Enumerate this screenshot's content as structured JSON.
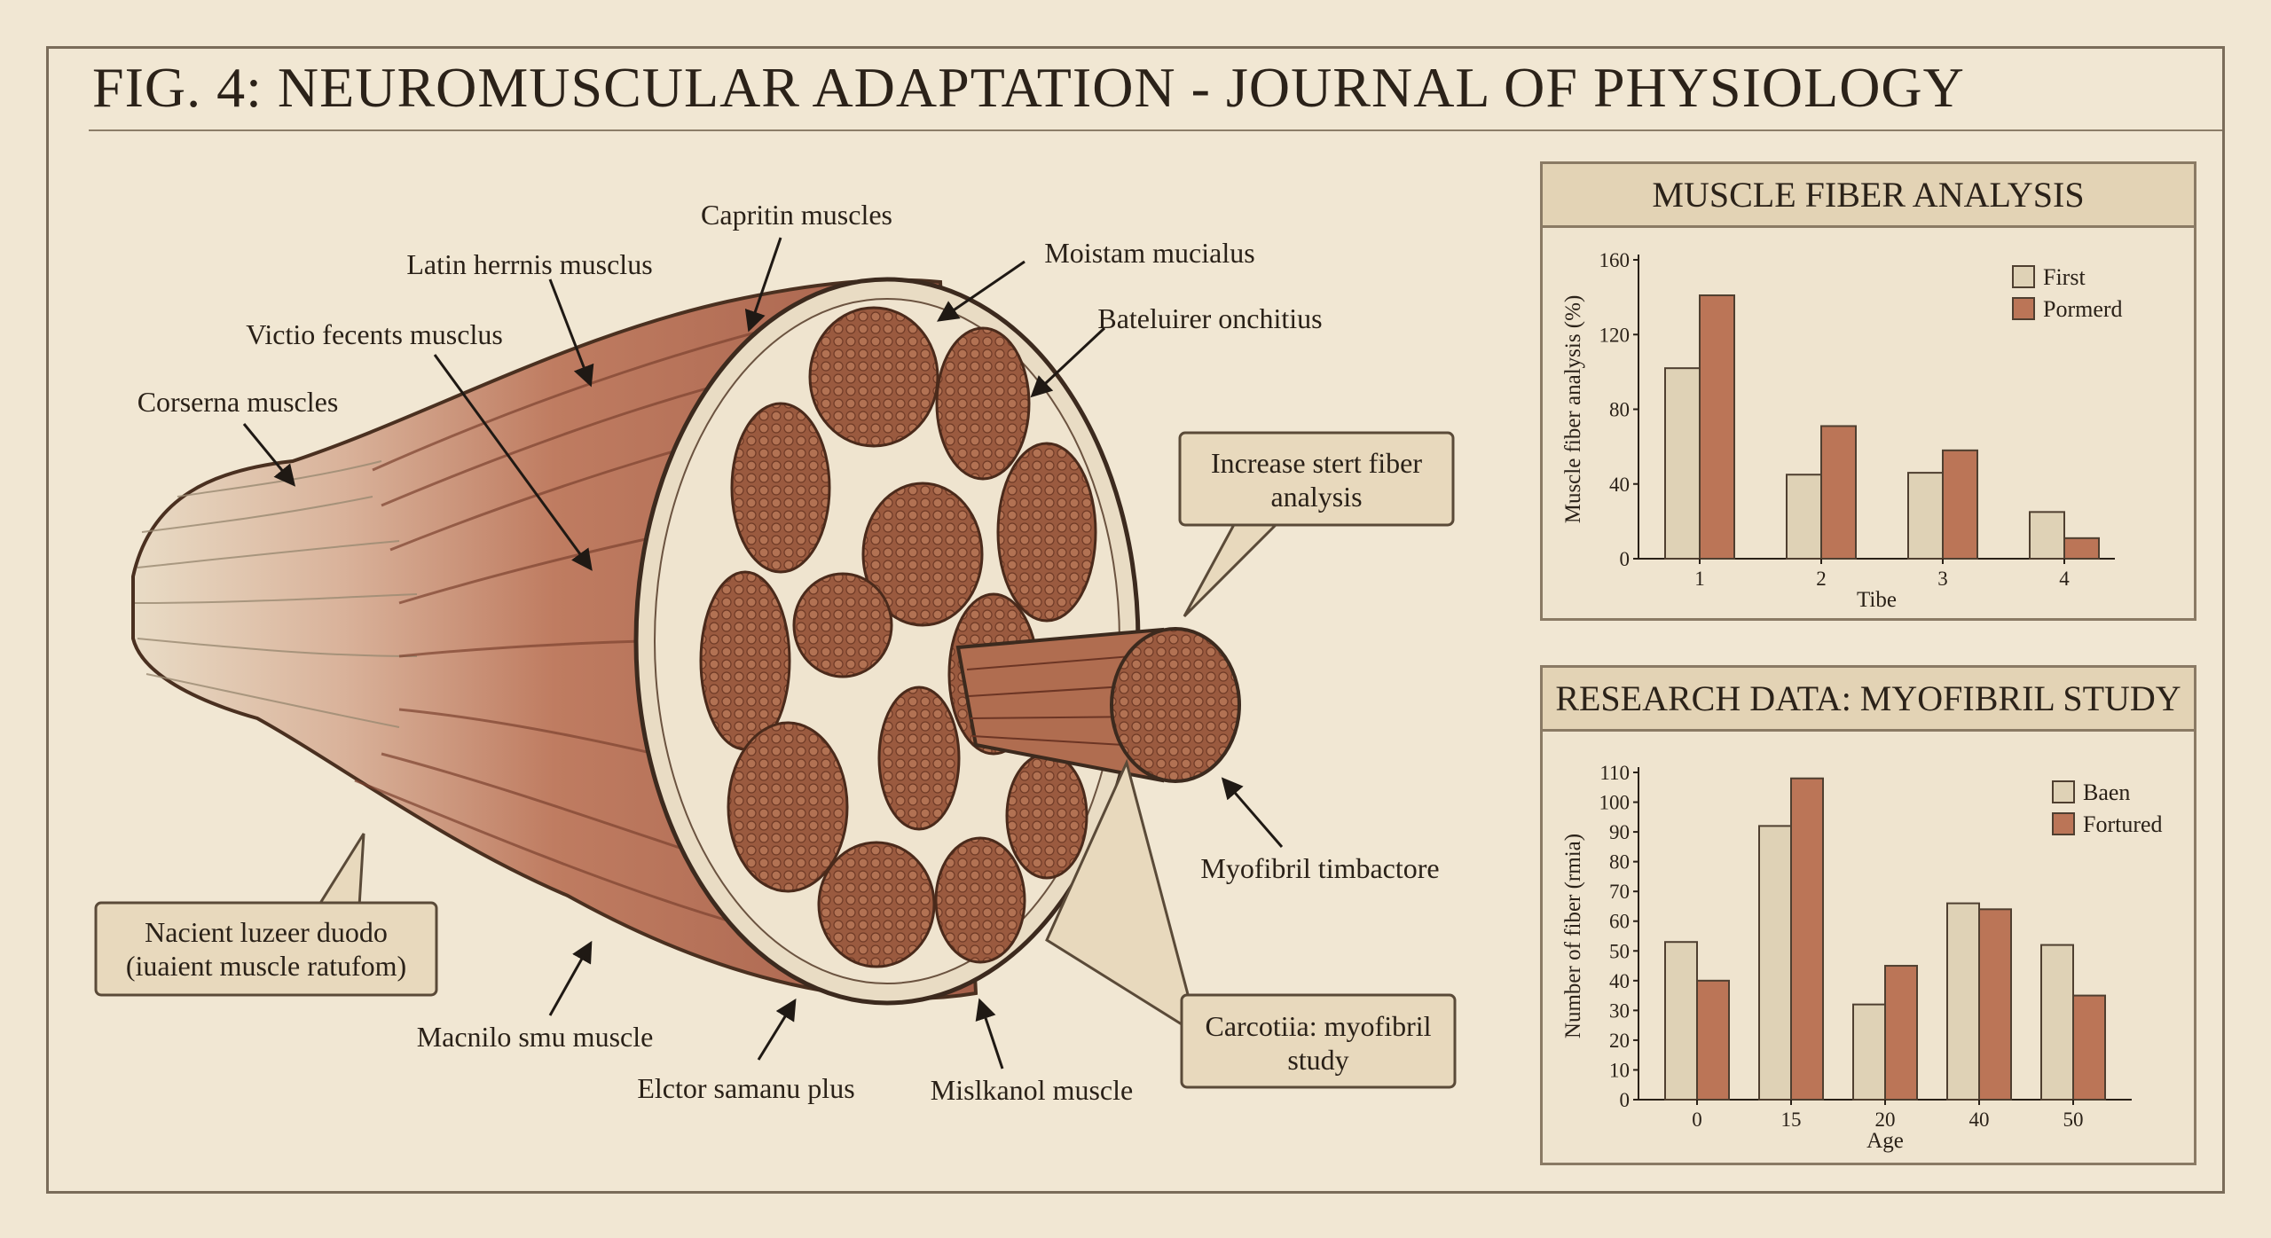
{
  "figure_title": "FIG. 4: NEUROMUSCULAR ADAPTATION - JOURNAL OF PHYSIOLOGY",
  "colors": {
    "background": "#f1e7d3",
    "series_light": "#dfd2b6",
    "series_dark": "#bb7557",
    "muscle": "#b8735a",
    "fascicle": "#9c5b41"
  },
  "labels": {
    "capritin": "Capritin muscles",
    "latin": "Latin herrnis musclus",
    "victio": "Victio fecents musclus",
    "corserna": "Corserna muscles",
    "moistam": "Moistam mucialus",
    "bateluirer": "Bateluirer onchitius",
    "myofibril": "Myofibril timbactore",
    "macnilo": "Macnilo smu muscle",
    "elctor": "Elctor samanu plus",
    "mislkanol": "Mislkanol muscle"
  },
  "callouts": {
    "increase": [
      "Increase stert fiber",
      "analysis"
    ],
    "nacient": [
      "Nacient luzeer duodo",
      "(iuaient muscle ratufom)"
    ],
    "carcotiia": [
      "Carcotiia: myofibril",
      "study"
    ]
  },
  "charts": {
    "fiber": {
      "header": "MUSCLE FIBER ANALYSIS"
    },
    "myofibril": {
      "header": "RESEARCH DATA: MYOFIBRIL STUDY"
    }
  },
  "chart_data": [
    {
      "type": "bar",
      "title": "MUSCLE FIBER ANALYSIS",
      "categories": [
        "1",
        "2",
        "3",
        "4"
      ],
      "series": [
        {
          "name": "First",
          "values": [
            102,
            45,
            46,
            25
          ]
        },
        {
          "name": "Pormerd",
          "values": [
            141,
            71,
            58,
            11
          ]
        }
      ],
      "xlabel": "Tibe",
      "ylabel": "Muscle fiber analysis (%)",
      "ylim": [
        0,
        160
      ],
      "yticks": [
        0,
        40,
        80,
        120,
        160
      ],
      "legend": "top-right",
      "grid": false
    },
    {
      "type": "bar",
      "title": "RESEARCH DATA: MYOFIBRIL STUDY",
      "categories": [
        "0",
        "15",
        "20",
        "40",
        "50"
      ],
      "series": [
        {
          "name": "Baen",
          "values": [
            53,
            92,
            32,
            66,
            52
          ]
        },
        {
          "name": "Fortured",
          "values": [
            40,
            108,
            45,
            64,
            35
          ]
        }
      ],
      "xlabel": "Age",
      "ylabel": "Number of fiber (rmia)",
      "ylim": [
        0,
        110
      ],
      "yticks": [
        0,
        10,
        20,
        30,
        40,
        50,
        60,
        70,
        80,
        90,
        100,
        110
      ],
      "legend": "top-right",
      "grid": false
    }
  ]
}
